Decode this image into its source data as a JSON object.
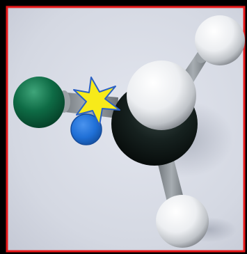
{
  "colors": {
    "outer_border": "#000000",
    "frame_border": "#e8191a",
    "background_surface": "#d9dce6",
    "central_atom": "#16211f",
    "hydrogen_atoms": "#f2f3f5",
    "chlorine_atom": "#0e6b45",
    "bond_connector": "#8f959a",
    "blue_marker": "#1f6fd6",
    "star_marker": "#f7ea1a",
    "star_outline": "#2b61c4"
  },
  "scene": {
    "subject": "ball-and-stick-molecule-model",
    "atoms": [
      {
        "kind": "central-atom",
        "color_key": "central_atom"
      },
      {
        "kind": "hydrogen-atom-front",
        "color_key": "hydrogen_atoms"
      },
      {
        "kind": "hydrogen-atom-top-right",
        "color_key": "hydrogen_atoms"
      },
      {
        "kind": "hydrogen-atom-bottom",
        "color_key": "hydrogen_atoms"
      },
      {
        "kind": "chlorine-atom-left",
        "color_key": "chlorine_atom"
      }
    ],
    "annotations": [
      {
        "kind": "blue-dot-marker",
        "color_key": "blue_marker"
      },
      {
        "kind": "yellow-star-marker",
        "color_key": "star_marker"
      }
    ]
  }
}
